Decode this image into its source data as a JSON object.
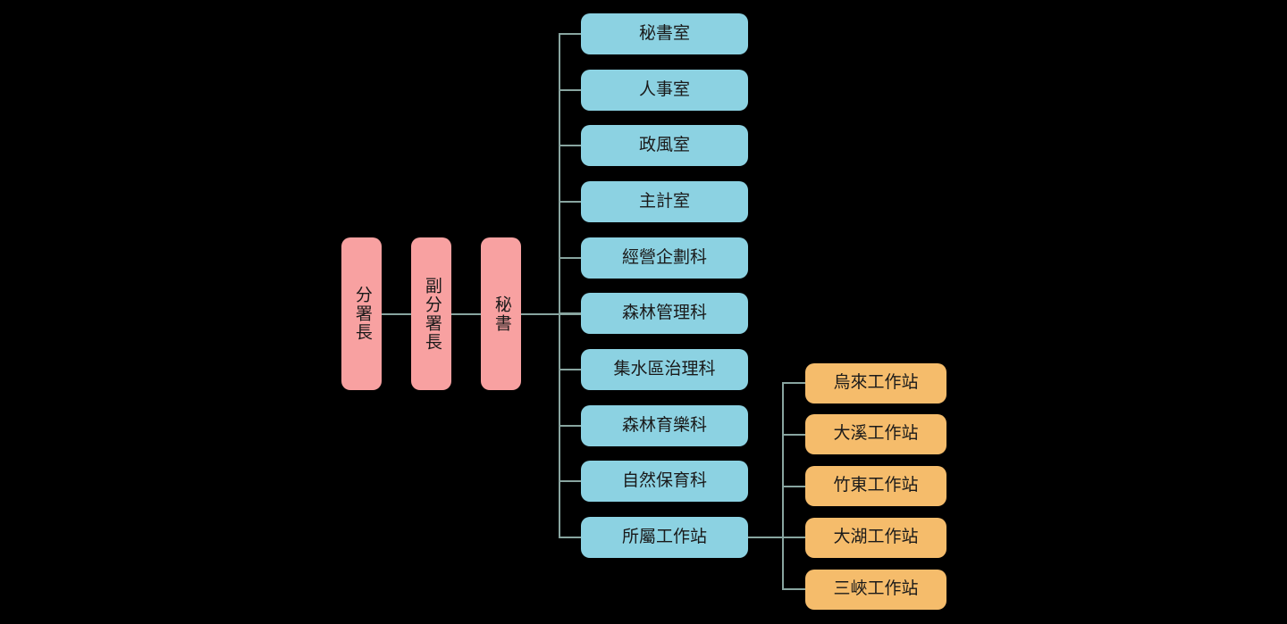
{
  "colors": {
    "background": "#000000",
    "executive_box": "#F8A1A1",
    "department_box": "#8CD2E2",
    "station_box": "#F5BC6B",
    "connector_line": "#88A5A0",
    "text": "#1A1A1A"
  },
  "org_chart": {
    "type": "org-tree",
    "executive_chain": [
      "分署長",
      "副分署長",
      "秘書"
    ],
    "departments": [
      "秘書室",
      "人事室",
      "政風室",
      "主計室",
      "經營企劃科",
      "森林管理科",
      "集水區治理科",
      "森林育樂科",
      "自然保育科",
      "所屬工作站"
    ],
    "stations": [
      "烏來工作站",
      "大溪工作站",
      "竹東工作站",
      "大湖工作站",
      "三峽工作站"
    ],
    "stations_parent": "所屬工作站"
  }
}
